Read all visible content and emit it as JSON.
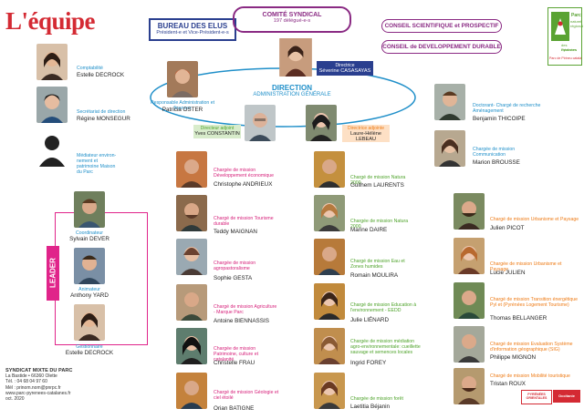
{
  "title": "L'équipe",
  "colors": {
    "blue": "#1f8fc9",
    "pink": "#d6207a",
    "green": "#4ea32a",
    "orange": "#ee7b16",
    "purple": "#8a2a83",
    "navy": "#2a3f8f"
  },
  "bureau": {
    "title": "BUREAU DES ELUS",
    "subtitle": "Président-e et Vice-Président-e-s"
  },
  "comite": {
    "title": "COMITÉ SYNDICAL",
    "subtitle": "197 délégué-e-s"
  },
  "conseil_scientifique": "CONSEIL SCIENTIFIQUE et PROSPECTIF",
  "conseil_developpement": "CONSEIL de DEVELOPPEMENT DURABLE",
  "logo": {
    "line1": "Parc",
    "line2": "naturel",
    "line3": "régional",
    "line4": "des Pyrénées",
    "line5": "catalanes",
    "tagline": "Parc de Pirineu català"
  },
  "direction_bubble": {
    "title": "DIRECTION",
    "subtitle": "ADMINISTRATION GÉNÉRALE"
  },
  "director": {
    "role": "Directrice",
    "name": "Séverine CASASAYAS"
  },
  "left_people": [
    {
      "role": "Comptabilité",
      "name": "Estelle DECROCK"
    },
    {
      "role": "Secrétariat de direction",
      "name": "Régine MONSEGUR"
    },
    {
      "role": "Médiateur environ-nement et patrimoine Maison du Parc",
      "name": ""
    }
  ],
  "leader": {
    "tag": "LEADER",
    "people": [
      {
        "role": "Coordinateur",
        "name": "Sylvain DEVER"
      },
      {
        "role": "Animateur",
        "name": "Anthony YARD"
      },
      {
        "role": "Gestionnaire",
        "name": "Estelle DECROCK"
      }
    ]
  },
  "patricia": {
    "role": "Responsable Administration et finances",
    "name": "Patricia OSTER"
  },
  "yves": {
    "role": "Directeur adjoint",
    "name": "Yves CONSTANTIN"
  },
  "laure": {
    "role": "Directrice adjointe",
    "name": "Laure-Hélène LEBEAU"
  },
  "col_pink": [
    {
      "role": "Chargée de mission Développement économique",
      "name": "Christophe ANDRIEUX"
    },
    {
      "role": "Chargé de mission Tourisme durable",
      "name": "Teddy MAIGNAN"
    },
    {
      "role": "Chargée de mission agropastoralisme",
      "name": "Sophie GESTA"
    },
    {
      "role": "Chargé de mission Agriculture - Marque Parc",
      "name": "Antoine BIENNASSIS"
    },
    {
      "role": "Chargée de mission Patrimoine, culture et catalanité",
      "name": "Christelle FRAU"
    },
    {
      "role": "Chargé de mission Géologie et ciel étoilé",
      "name": "Orian BATIGNE"
    }
  ],
  "col_green": [
    {
      "role": "Chargé de mission Natura 2000",
      "name": "Guilhem LAURENTS"
    },
    {
      "role": "Chargée de mission Natura 2000",
      "name": "Marine DAIRE"
    },
    {
      "role": "Chargé de mission Eau et Zones humides",
      "name": "Romain MOULIRA"
    },
    {
      "role": "Chargé de mission Education à l'environnement - EEDD",
      "name": "Julie LIÉNARD"
    },
    {
      "role": "Chargée de mission médiation agro-environnementale: cueillette sauvage et semences locales",
      "name": "Ingrid FOREY"
    },
    {
      "role": "Chargée de mission forêt",
      "name": "Laetitia Béjanin"
    }
  ],
  "right_blue": [
    {
      "role": "Doctorant- Chargé de recherche Aménagement",
      "name": "Benjamin THICOIPE"
    },
    {
      "role": "Chargée de mission Communication",
      "name": "Marion BROUSSE"
    }
  ],
  "col_orange": [
    {
      "role": "Chargé de mission Urbanisme et Paysage",
      "name": "Julien PICOT"
    },
    {
      "role": "Chargée de mission Urbanisme et Paysage",
      "name": "Lucie JULIEN"
    },
    {
      "role": "Chargé de mission Transition énergétique Pyl et (Pyrénées Logement Tourisme)",
      "name": "Thomas BELLANGER"
    },
    {
      "role": "Chargé de mission Evaluation Système d'information géographique (SIG)",
      "name": "Philippe MIGNON"
    },
    {
      "role": "Chargé de mission Mobilité touristique",
      "name": "Tristan ROUX"
    }
  ],
  "footer": {
    "heading": "SYNDICAT MIXTE DU PARC",
    "l1": "La Bastide • 66360 Olette",
    "l2": "Tél. : 04 68 04 97 60",
    "l3": "Mél : prinom.nom@pnrpc.fr",
    "l4": "www.parc-pyrenees-catalanes.fr",
    "l5": "oct. 2020"
  },
  "partner_logos": [
    "PYRÉNÉES ORIENTALES",
    "Occitanie"
  ]
}
